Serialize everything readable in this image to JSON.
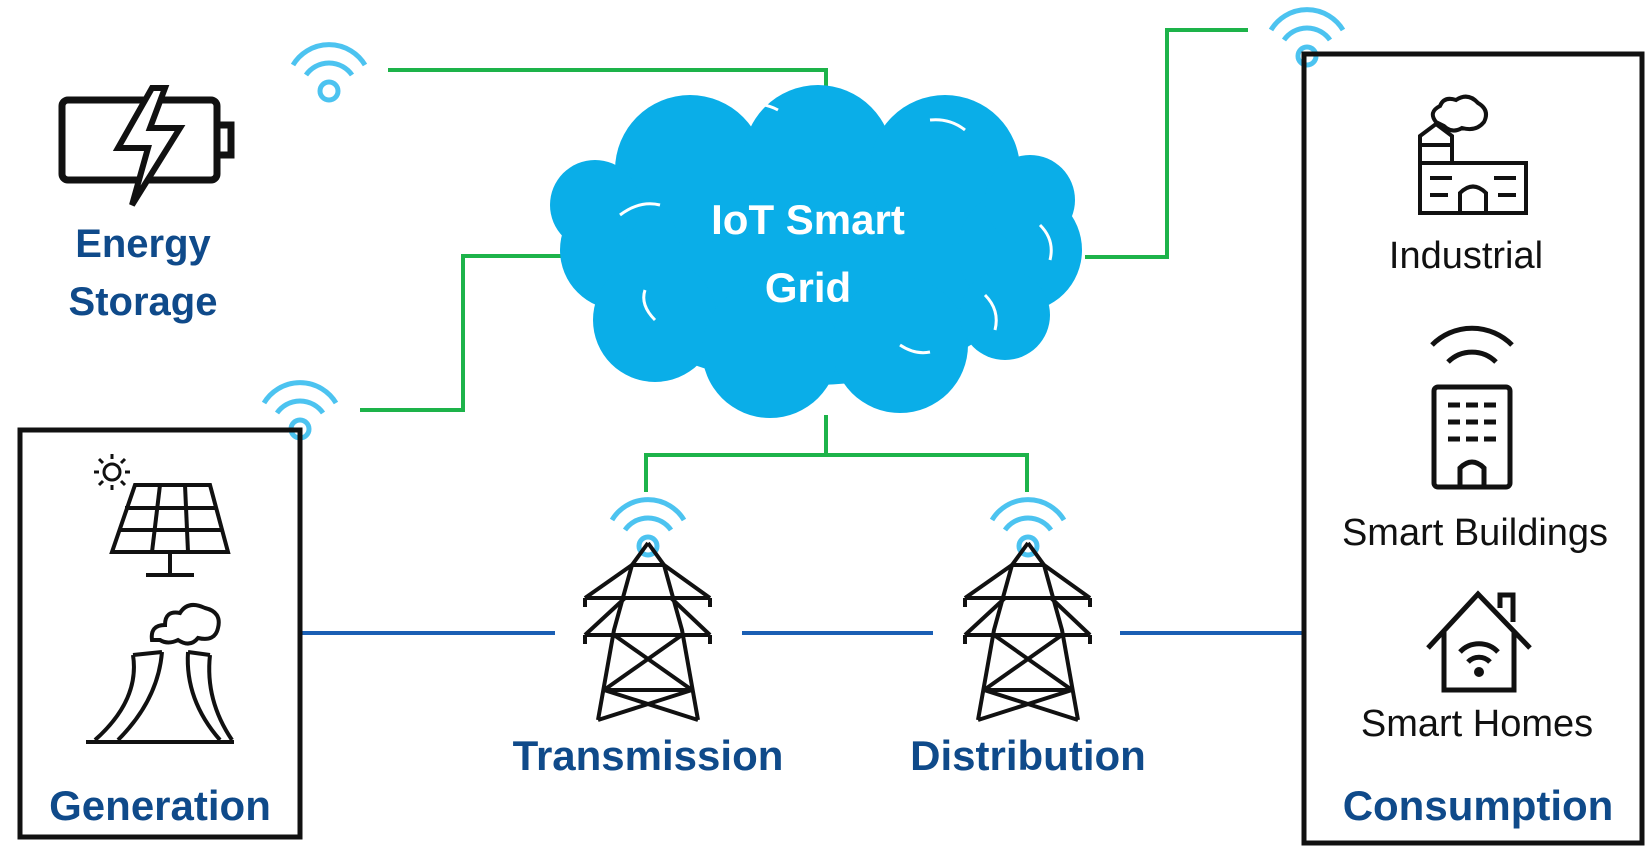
{
  "cloud": {
    "line1": "IoT Smart",
    "line2": "Grid"
  },
  "energy_storage": {
    "line1": "Energy",
    "line2": "Storage"
  },
  "generation": {
    "label": "Generation"
  },
  "transmission": {
    "label": "Transmission"
  },
  "distribution": {
    "label": "Distribution"
  },
  "consumption": {
    "label": "Consumption",
    "industrial": "Industrial",
    "smart_buildings": "Smart Buildings",
    "smart_homes": "Smart Homes"
  },
  "colors": {
    "cloud": "#0aaee8",
    "iot_link": "#1db34a",
    "power_line": "#1a5fb4",
    "wifi": "#4cc3f0",
    "label_blue": "#0f4a8a"
  }
}
